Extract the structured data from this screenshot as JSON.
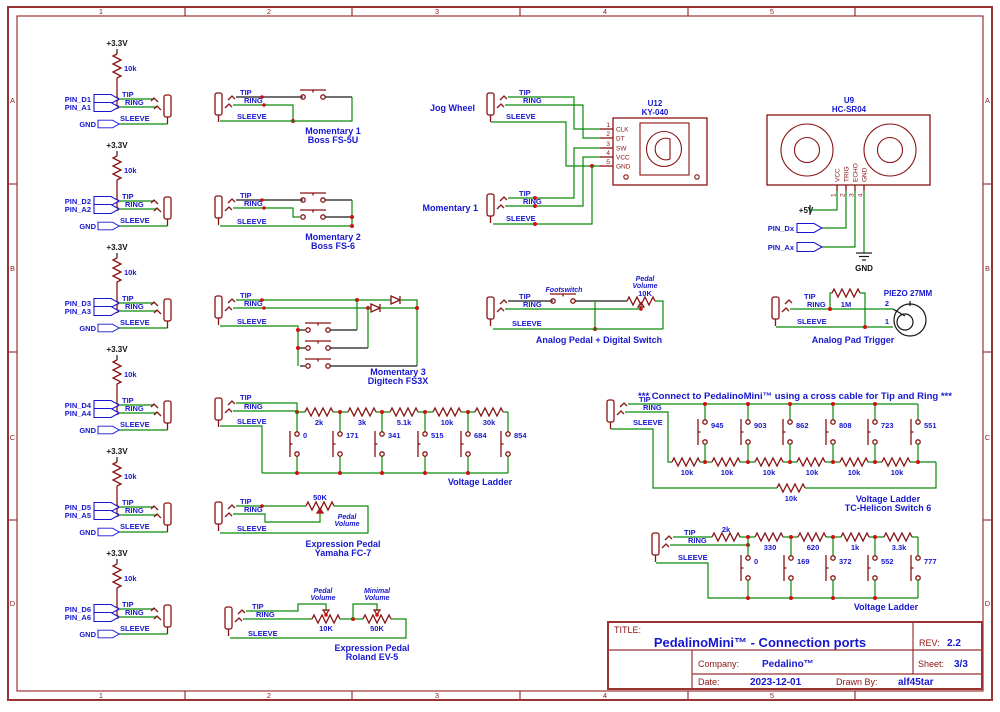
{
  "frame": {
    "cols": [
      "1",
      "2",
      "3",
      "4",
      "5"
    ],
    "rows": [
      "A",
      "B",
      "C",
      "D"
    ]
  },
  "colors": {
    "symbol": "#8a1212",
    "wire": "#0a8a0a",
    "label": "#1717cf",
    "junction": "#cf1010",
    "frame": "#9a3232"
  },
  "trs": {
    "tip": "TIP",
    "ring": "RING",
    "sleeve": "SLEEVE"
  },
  "jack_shared": {
    "v33": "+3.3V",
    "pullup": "10k",
    "gnd": "GND"
  },
  "jacks": [
    {
      "d": "PIN_D1",
      "a": "PIN_A1"
    },
    {
      "d": "PIN_D2",
      "a": "PIN_A2"
    },
    {
      "d": "PIN_D3",
      "a": "PIN_A3"
    },
    {
      "d": "PIN_D4",
      "a": "PIN_A4"
    },
    {
      "d": "PIN_D5",
      "a": "PIN_A5"
    },
    {
      "d": "PIN_D6",
      "a": "PIN_A6"
    }
  ],
  "momentary1": {
    "caption1": "Momentary 1",
    "caption2": "Boss FS-5U"
  },
  "momentary2": {
    "caption1": "Momentary 2",
    "caption2": "Boss FS-6"
  },
  "momentary3": {
    "caption1": "Momentary 3",
    "caption2": "Digitech FS3X"
  },
  "ladder_mid": {
    "resistors": [
      "2k",
      "3k",
      "5.1k",
      "10k",
      "30k"
    ],
    "switches": [
      "0",
      "171",
      "341",
      "515",
      "684",
      "854"
    ],
    "caption": "Voltage Ladder"
  },
  "yamaha": {
    "pot": "50K",
    "pot_name": [
      "Pedal",
      "Volume"
    ],
    "caption1": "Expression Pedal",
    "caption2": "Yamaha FC-7"
  },
  "roland": {
    "pot1": "10K",
    "pot1_name": [
      "Pedal",
      "Volume"
    ],
    "pot2": "50K",
    "pot2_name": [
      "Minimal",
      "Volume"
    ],
    "caption1": "Expression Pedal",
    "caption2": "Roland EV-5"
  },
  "jog": {
    "label": "Jog Wheel",
    "ref": "U12",
    "part": "KY-040",
    "pin_numbers": [
      "1",
      "2",
      "3",
      "4",
      "5"
    ],
    "pin_names": [
      "CLK",
      "DT",
      "SW",
      "VCC",
      "GND"
    ]
  },
  "mom1_right": {
    "label": "Momentary 1"
  },
  "sonar": {
    "ref": "U9",
    "part": "HC-SR04",
    "pin_names": [
      "VCC",
      "TRIG",
      "ECHO",
      "GND"
    ],
    "pin_numbers": [
      "1",
      "2",
      "3",
      "4"
    ],
    "v5": "+5V",
    "pin_d": "PIN_Dx",
    "pin_a": "PIN_Ax",
    "gnd": "GND"
  },
  "analog_pedal": {
    "footswitch": "Footswitch",
    "pot_name": [
      "Pedal",
      "Volume"
    ],
    "pot": "10K",
    "caption": "Analog Pedal + Digital Switch"
  },
  "pad_trigger": {
    "r": "1M",
    "part": "PIEZO 27MM",
    "pin2": "2",
    "pin1": "1",
    "caption": "Analog Pad Trigger"
  },
  "tc_ladder": {
    "note": "*** Connect to PedalinoMini™ using a cross cable for Tip and Ring ***",
    "switches": [
      "945",
      "903",
      "862",
      "808",
      "723",
      "551"
    ],
    "resistors": [
      "10k",
      "10k",
      "10k",
      "10k",
      "10k",
      "10k"
    ],
    "r_bottom": "10k",
    "caption1": "Voltage Ladder",
    "caption2": "TC-Helicon Switch 6"
  },
  "ladder_br": {
    "r_tip": "2k",
    "resistors": [
      "330",
      "620",
      "1k",
      "3.3k"
    ],
    "switches": [
      "0",
      "169",
      "372",
      "552",
      "777"
    ],
    "caption": "Voltage Ladder"
  },
  "title_block": {
    "title_label": "TITLE:",
    "title": "PedalinoMini™ - Connection ports",
    "rev_label": "REV:",
    "rev": "2.2",
    "company_label": "Company:",
    "company": "Pedalino™",
    "sheet_label": "Sheet:",
    "sheet": "3/3",
    "date_label": "Date:",
    "date": "2023-12-01",
    "drawn_label": "Drawn By:",
    "drawn": "alf45tar"
  }
}
